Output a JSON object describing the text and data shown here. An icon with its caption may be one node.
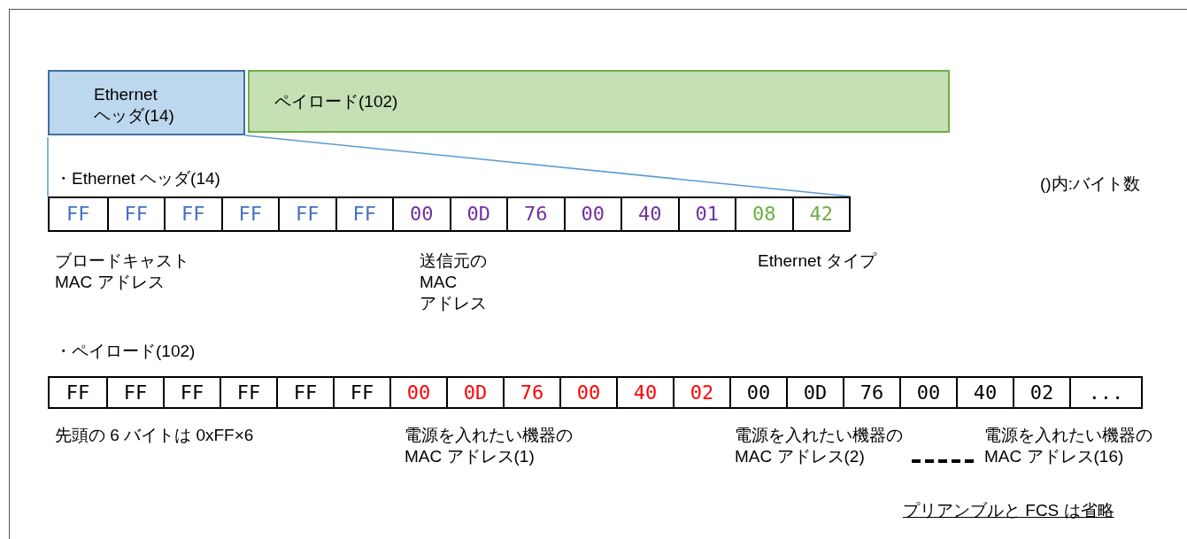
{
  "diagram": {
    "nodes": [
      {
        "text": [
          "Ethernet ヘッダ(14)"
        ]
      },
      {
        "text": [
          "ペイロード(102)"
        ]
      },
      {
        "text": [
          "FF",
          "FF",
          "FF",
          "FF",
          "FF",
          "FF",
          "00",
          "0D",
          "76",
          "00",
          "40",
          "01",
          "08",
          "42"
        ]
      },
      {
        "text": [
          "FF",
          "FF",
          "FF",
          "FF",
          "FF",
          "FF",
          "00",
          "0D",
          "76",
          "00",
          "40",
          "02",
          "00",
          "0D",
          "76",
          "00",
          "40",
          "02",
          "..."
        ]
      }
    ],
    "edges": [
      {
        "from": 0,
        "to": 2,
        "arrow": "none"
      },
      {
        "from": 0,
        "to": 2,
        "arrow": "none"
      }
    ],
    "labels": [
      "・Ethernet ヘッダ(14)",
      "()内:バイト数",
      "ブロードキャスト MAC アドレス",
      "送信元の MAC アドレス",
      "Ethernet タイプ",
      "・ペイロード(102)",
      "先頭の 6 バイトは 0xFF×6",
      "電源を入れたい機器の MAC アドレス(1)",
      "電源を入れたい機器の MAC アドレス(2)",
      "電源を入れたい機器の MAC アドレス(16)",
      "プリアンブルと FCS は省略"
    ]
  }
}
